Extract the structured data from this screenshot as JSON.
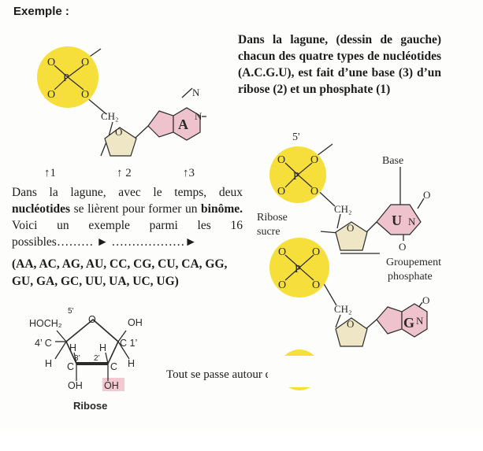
{
  "heading": "Exemple :",
  "right_paragraph": "Dans la lagune, (dessin de gauche) chacun des quatre types de nucléotides (A.C.G.U), est fait d’une base (3) d’un ribose (2) et un phosphate (1)",
  "left_paragraph": {
    "part1": "Dans la lagune, avec le temps, deux ",
    "bold1": "nucléotides",
    "part2": " se lièrent pour former un ",
    "bold2": "binôme.",
    "part3": " Voici un exemple parmi les 16 possibles……… ► ………………►"
  },
  "pairs": "(AA, AC, AG, AU, CC, CG, CU, CA, GG, GU, GA, GC, UU, UA, UC, UG)",
  "caption": "Tout se passe autour d’un ribose",
  "nucleotide_diagram": {
    "phosphate_atom": "P",
    "oxygen": "O",
    "ch2": "CH₂",
    "ring_oxygen": "O",
    "base_letter": "A",
    "base_nitrogen": "N",
    "label_1": "↑1",
    "label_2": "↑ 2",
    "label_3": "↑3"
  },
  "dinucleotide_diagram": {
    "five_prime": "5'",
    "phosphate_atom": "P",
    "oxygen": "O",
    "ch2": "CH₂",
    "base_label": "Base",
    "ribose_label_line1": "Ribose",
    "ribose_label_line2": "sucre",
    "phosphate_label_line1": "Groupement",
    "phosphate_label_line2": "phosphate",
    "base1_letter": "U",
    "base2_letter": "G",
    "nitrogen": "N"
  },
  "ribose_diagram": {
    "five_prime": "5'",
    "hoch2": "HOCH₂",
    "ring_o": "O",
    "oh_top": "OH",
    "c4": "4’ C",
    "c1": "C 1’",
    "h": "H",
    "h3": "3’",
    "h2": "2’",
    "c": "C",
    "oh": "OH",
    "title": "Ribose"
  },
  "colors": {
    "phosphate_yellow": "#f6df3a",
    "base_pink": "#efc3cd",
    "ribose_cream": "#efe6c6",
    "ribose_highlight": "#f2c9d0"
  }
}
